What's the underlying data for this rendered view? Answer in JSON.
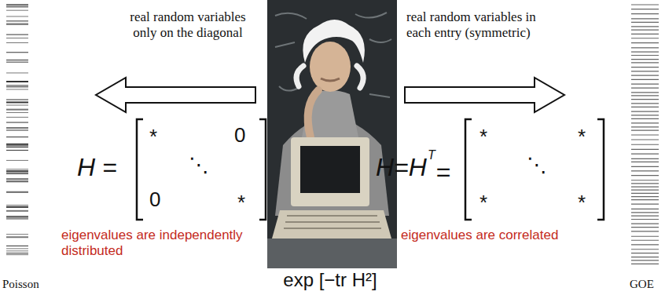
{
  "diagram": {
    "labels": [
      "real random variables only on the diagonal",
      "real random variables in each entry (symmetric)",
      "H =",
      "*",
      "0",
      "⋱",
      "0",
      "*",
      "eigenvalues are independently distributed",
      "H=H",
      "T",
      "=",
      "*",
      "*",
      "⋱",
      "*",
      "*",
      "eigenvalues are correlated",
      "exp [−tr H²]",
      "Poisson",
      "GOE"
    ]
  }
}
